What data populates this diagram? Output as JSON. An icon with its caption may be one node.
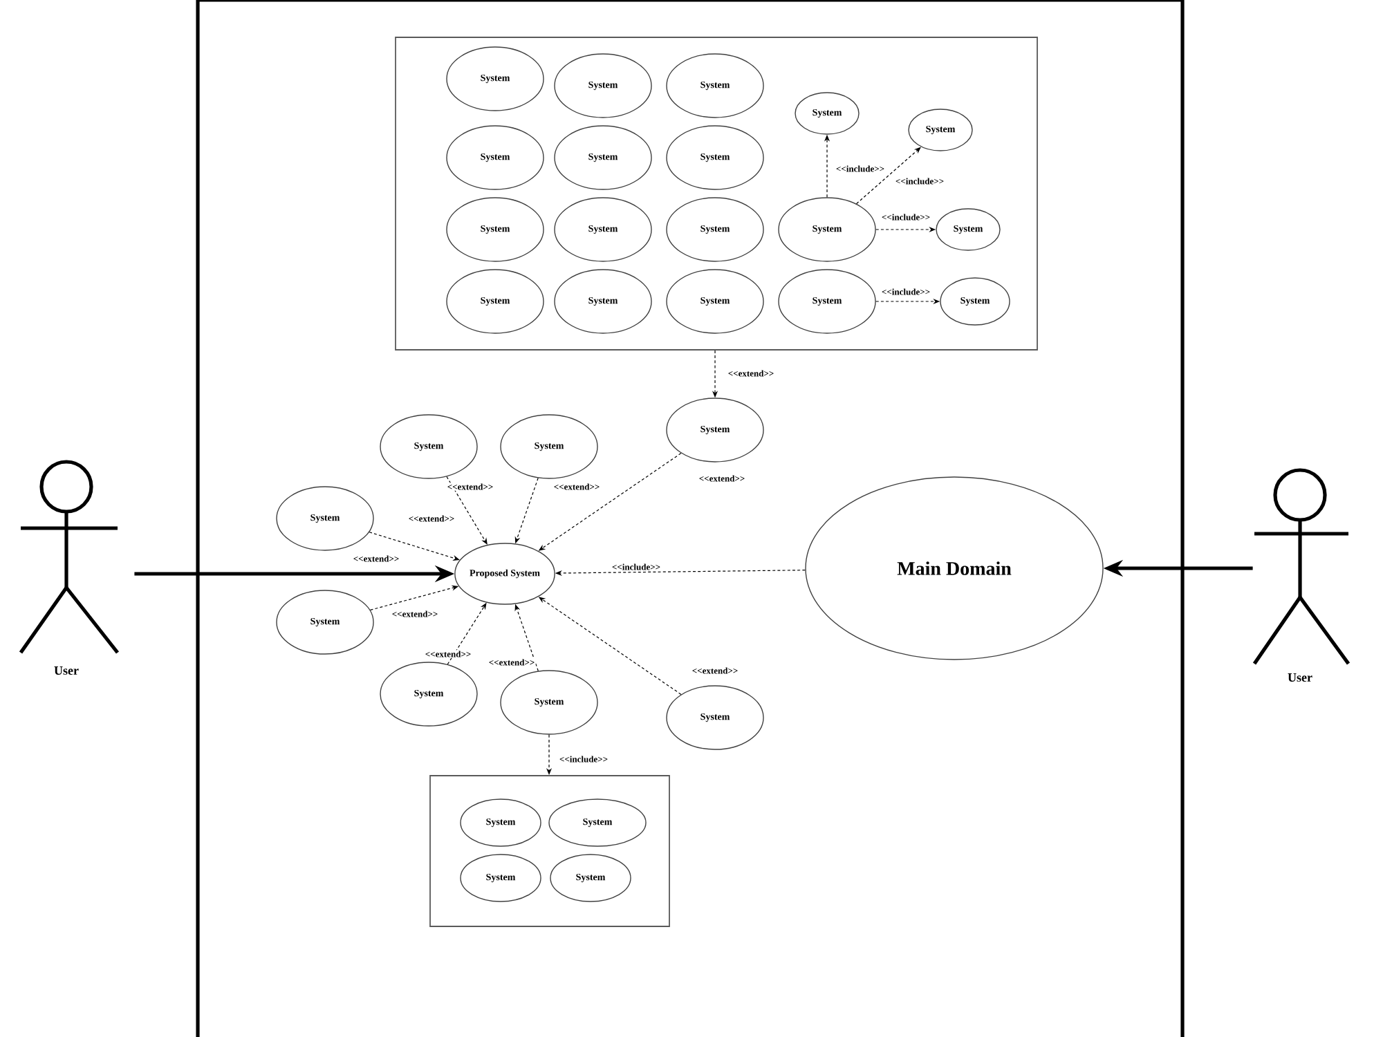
{
  "diagram": {
    "nodes": [
      {
        "text": [],
        "shape": "box"
      },
      {
        "text": [],
        "shape": "box",
        "in": 0
      },
      {
        "text": [
          "System"
        ],
        "in": 1
      },
      {
        "text": [
          "System"
        ],
        "in": 1
      },
      {
        "text": [
          "System"
        ],
        "in": 1
      },
      {
        "text": [
          "System"
        ],
        "in": 1
      },
      {
        "text": [
          "System"
        ],
        "in": 1
      },
      {
        "text": [
          "System"
        ],
        "in": 1
      },
      {
        "text": [
          "System"
        ],
        "in": 1
      },
      {
        "text": [
          "System"
        ],
        "in": 1
      },
      {
        "text": [
          "System"
        ],
        "in": 1
      },
      {
        "text": [
          "System"
        ],
        "in": 1
      },
      {
        "text": [
          "System"
        ],
        "in": 1
      },
      {
        "text": [
          "System"
        ],
        "in": 1
      },
      {
        "text": [
          "System"
        ],
        "in": 1
      },
      {
        "text": [
          "System"
        ],
        "in": 1
      },
      {
        "text": [
          "System"
        ],
        "in": 1
      },
      {
        "text": [
          "System"
        ],
        "in": 1
      },
      {
        "text": [
          "System"
        ],
        "in": 1
      },
      {
        "text": [
          "System"
        ],
        "in": 1
      },
      {
        "text": [
          "System"
        ],
        "in": 0
      },
      {
        "text": [
          "Proposed System"
        ],
        "in": 0
      },
      {
        "text": [
          "System"
        ],
        "in": 0
      },
      {
        "text": [
          "System"
        ],
        "in": 0
      },
      {
        "text": [
          "System"
        ],
        "in": 0
      },
      {
        "text": [
          "System"
        ],
        "in": 0
      },
      {
        "text": [
          "System"
        ],
        "in": 0
      },
      {
        "text": [
          "System"
        ],
        "in": 0
      },
      {
        "text": [
          "System"
        ],
        "in": 0
      },
      {
        "text": [
          "Main Domain"
        ],
        "in": 0
      },
      {
        "text": [],
        "shape": "box",
        "in": 0
      },
      {
        "text": [
          "System"
        ],
        "in": 30
      },
      {
        "text": [
          "System"
        ],
        "in": 30
      },
      {
        "text": [
          "System"
        ],
        "in": 30
      },
      {
        "text": [
          "System"
        ],
        "in": 30
      },
      {
        "text": [
          "User"
        ]
      },
      {
        "text": [
          "User"
        ]
      }
    ],
    "edges": [
      {
        "from": 16,
        "to": 14,
        "arrow": "to",
        "label": "<<include>>",
        "style": "dashed"
      },
      {
        "from": 16,
        "to": 15,
        "arrow": "to",
        "label": "<<include>>",
        "style": "dashed"
      },
      {
        "from": 16,
        "to": 17,
        "arrow": "to",
        "label": "<<include>>",
        "style": "dashed"
      },
      {
        "from": 18,
        "to": 19,
        "arrow": "to",
        "label": "<<include>>",
        "style": "dashed"
      },
      {
        "from": 1,
        "to": 20,
        "arrow": "to",
        "label": "<<extend>>",
        "style": "dashed"
      },
      {
        "from": 20,
        "to": 21,
        "arrow": "to",
        "label": "<<extend>>",
        "style": "dashed"
      },
      {
        "from": 22,
        "to": 21,
        "arrow": "to",
        "label": "<<extend>>",
        "style": "dashed"
      },
      {
        "from": 23,
        "to": 21,
        "arrow": "to",
        "label": "<<extend>>",
        "style": "dashed"
      },
      {
        "from": 24,
        "to": 21,
        "arrow": "to",
        "label": "<<extend>>",
        "style": "dashed"
      },
      {
        "from": 25,
        "to": 21,
        "arrow": "to",
        "label": "<<extend>>",
        "style": "dashed"
      },
      {
        "from": 26,
        "to": 21,
        "arrow": "to",
        "label": "<<extend>>",
        "style": "dashed"
      },
      {
        "from": 27,
        "to": 21,
        "arrow": "to",
        "label": "<<extend>>",
        "style": "dashed"
      },
      {
        "from": 28,
        "to": 21,
        "arrow": "to",
        "label": "<<extend>>",
        "style": "dashed"
      },
      {
        "from": 29,
        "to": 21,
        "arrow": "to",
        "label": "<<include>>",
        "style": "dashed"
      },
      {
        "from": 27,
        "to": 30,
        "arrow": "to",
        "label": "<<include>>",
        "style": "dashed"
      },
      {
        "from": 35,
        "to": 21,
        "arrow": "to",
        "style": "thick"
      },
      {
        "from": 36,
        "to": 29,
        "arrow": "to",
        "style": "thick"
      }
    ],
    "labels": [
      "<<extend>>"
    ]
  }
}
